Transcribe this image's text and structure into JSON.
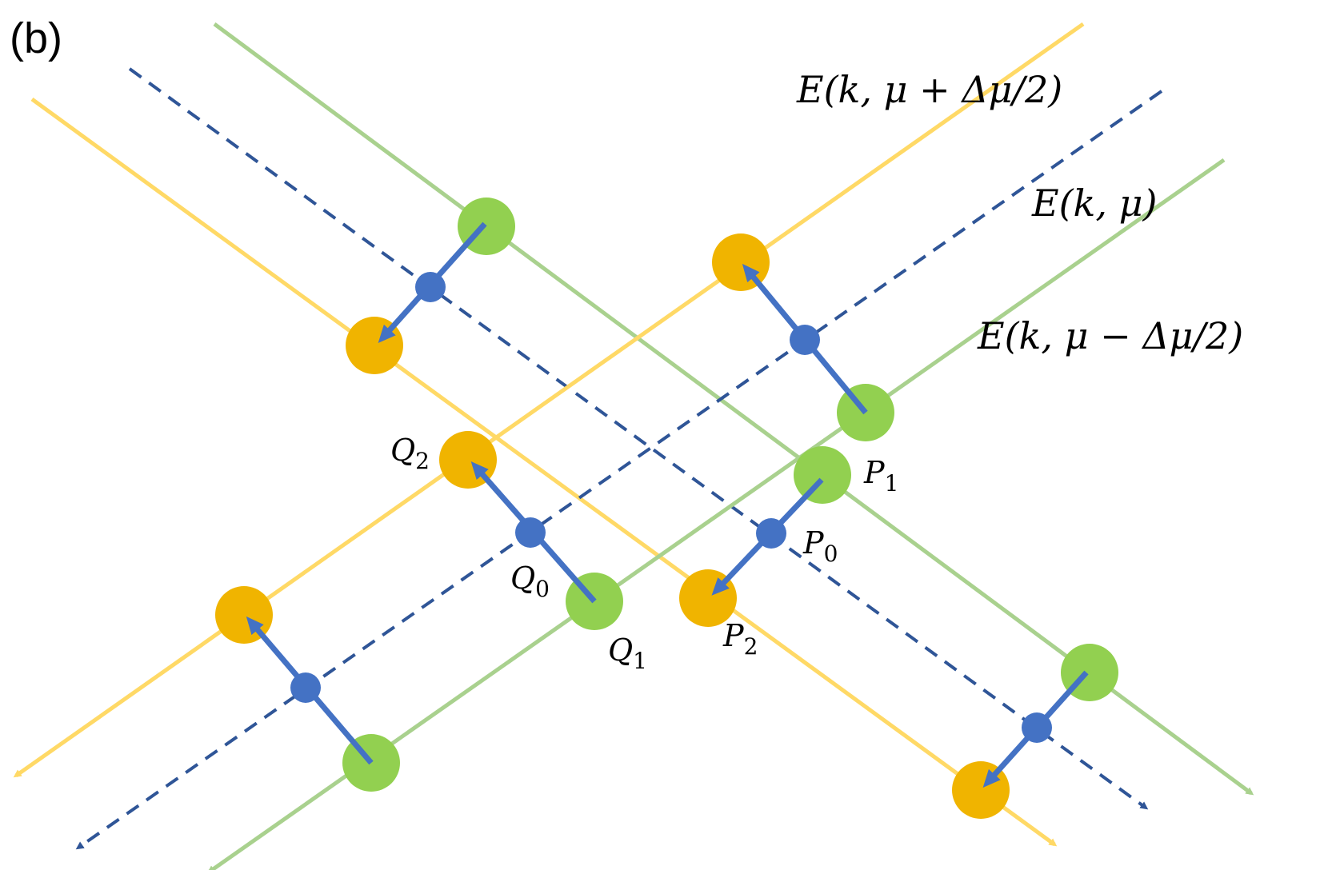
{
  "panel_label": "(b)",
  "colors": {
    "yellow_line": "#FFD966",
    "green_line": "#A9D18E",
    "blue_dashed": "#2F5597",
    "yellow_dot": "#F0B400",
    "green_dot": "#92D050",
    "blue_dot": "#4472C4",
    "arrow": "#4472C4"
  },
  "curves": [
    {
      "name": "upper",
      "label": "E(k, μ + Δμ/2)",
      "color": "yellow"
    },
    {
      "name": "middle",
      "label": "E(k, μ)",
      "color": "blue-dashed"
    },
    {
      "name": "lower",
      "label": "E(k, μ − Δμ/2)",
      "color": "green"
    }
  ],
  "points": {
    "P1": {
      "letter": "P",
      "sub": "1"
    },
    "P0": {
      "letter": "P",
      "sub": "0"
    },
    "P2": {
      "letter": "P",
      "sub": "2"
    },
    "Q0": {
      "letter": "Q",
      "sub": "0"
    },
    "Q1": {
      "letter": "Q",
      "sub": "1"
    },
    "Q2": {
      "letter": "Q",
      "sub": "2"
    }
  }
}
